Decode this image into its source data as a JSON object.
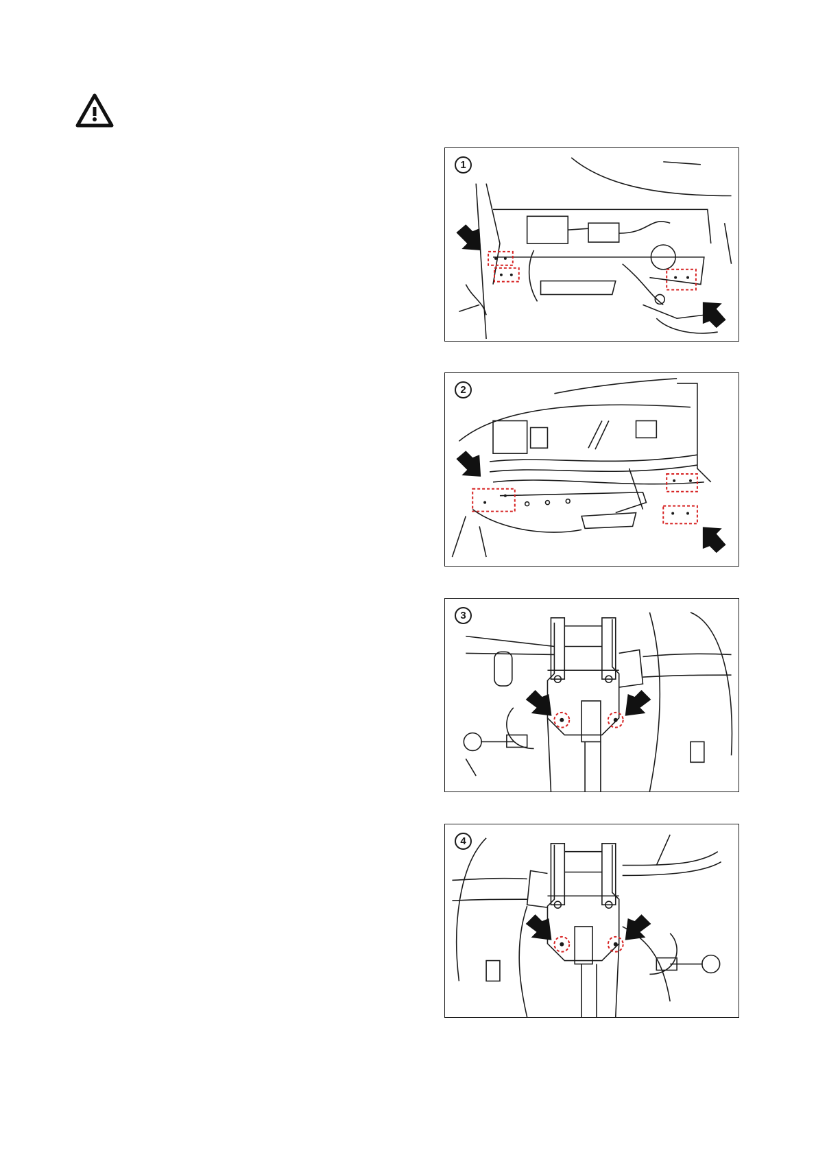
{
  "warning": {
    "icon": "warning-triangle-icon"
  },
  "figures": [
    {
      "step": "1",
      "description_icon": "frame-bracket-illustration"
    },
    {
      "step": "2",
      "description_icon": "frame-bracket-illustration"
    },
    {
      "step": "3",
      "description_icon": "hitch-bracket-illustration"
    },
    {
      "step": "4",
      "description_icon": "hitch-bracket-illustration"
    }
  ],
  "colors": {
    "line": "#1a1a1a",
    "highlight": "#d62020",
    "arrow": "#111111"
  }
}
